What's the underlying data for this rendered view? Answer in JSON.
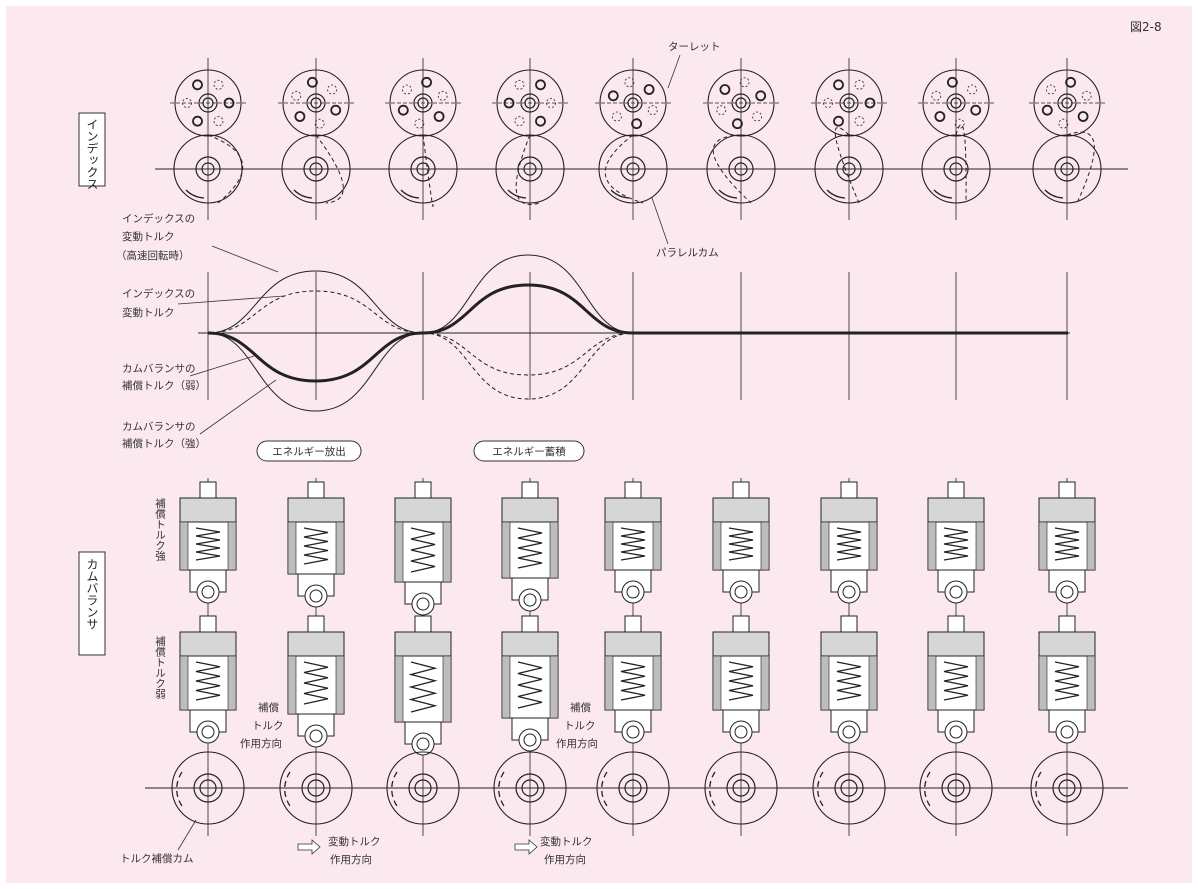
{
  "figure_number": "図2-8",
  "colors": {
    "panel": "#fbe9ef",
    "ink": "#222222",
    "page": "#ffffff"
  },
  "sections": {
    "index": "インデックス",
    "cam_balancer": "カムバランサ"
  },
  "annotations": {
    "turret": "ターレット",
    "parallel_cam": "パラレルカム",
    "index_torque_high_speed": [
      "インデックスの",
      "変動トルク",
      "（高速回転時）"
    ],
    "index_torque": [
      "インデックスの",
      "変動トルク"
    ],
    "cam_comp_weak": [
      "カムバランサの",
      "補償トルク（弱）"
    ],
    "cam_comp_strong": [
      "カムバランサの",
      "補償トルク（強）"
    ],
    "energy_release": "エネルギー放出",
    "energy_store": "エネルギー蓄積",
    "comp_strong_vertical": "補償トルク強",
    "comp_weak_vertical": "補償トルク弱",
    "comp_direction": [
      "補償",
      "トルク",
      "作用方向"
    ],
    "variable_torque_direction": [
      "変動トルク",
      "作用方向"
    ],
    "torque_comp_cam": "トルク補償カム"
  }
}
